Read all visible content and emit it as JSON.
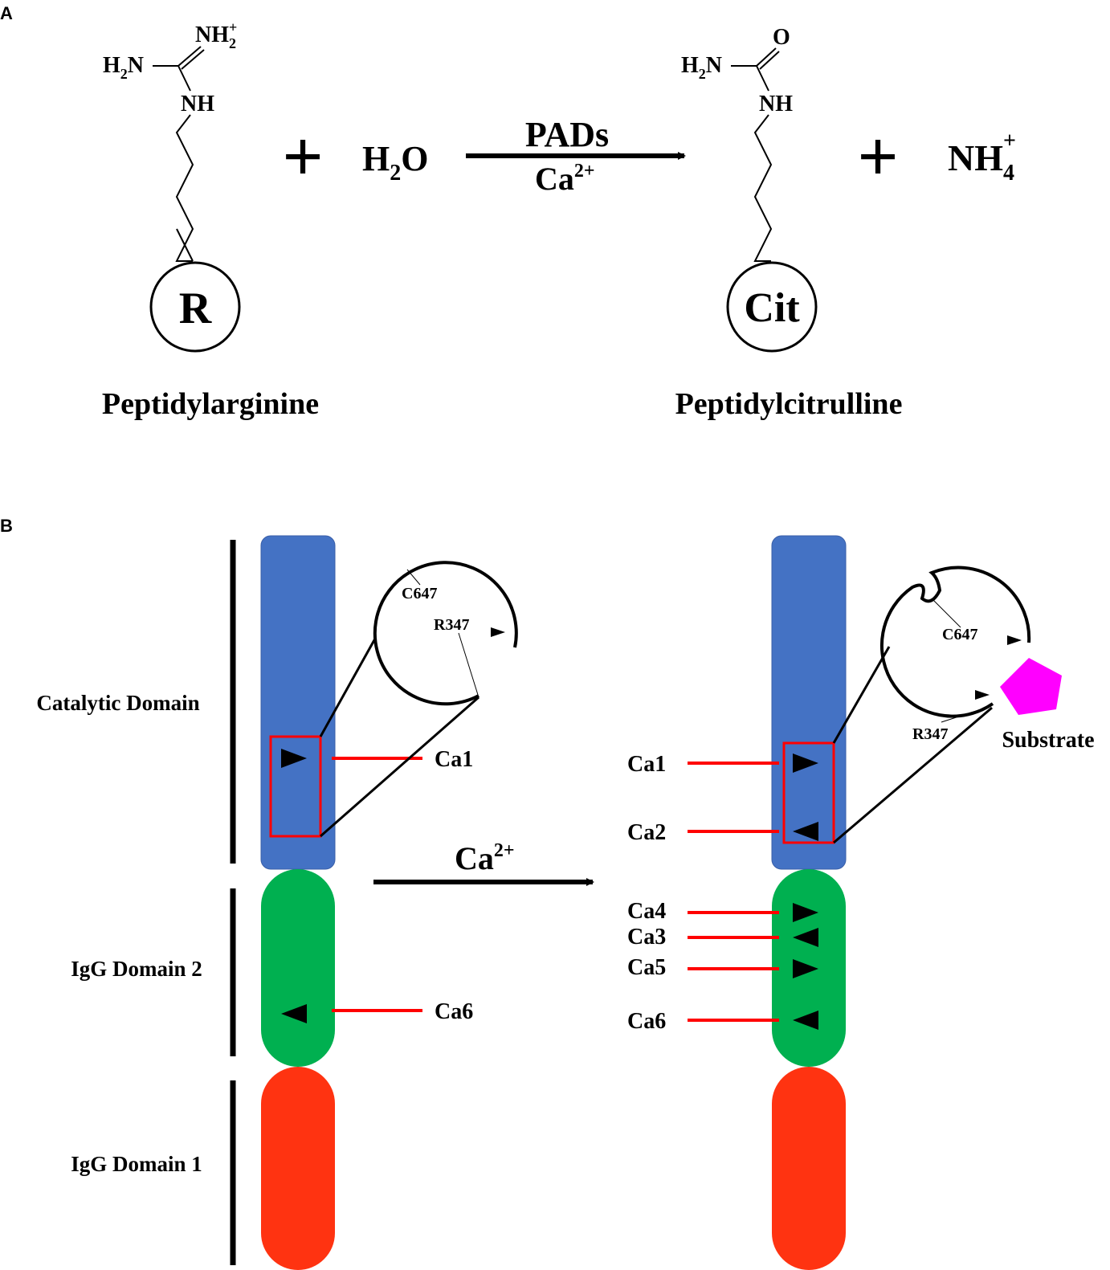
{
  "panel_a": {
    "label": "A",
    "reactant_top": "NH",
    "reactant_top_sub": "2",
    "reactant_top_sup": "+",
    "reactant_left": "H",
    "reactant_left_sub": "2",
    "reactant_left_tail": "N",
    "reactant_nh": "NH",
    "reactant_circle": "R",
    "reactant_name": "Peptidylarginine",
    "plus1": "+",
    "water": "H",
    "water_sub": "2",
    "water_tail": "O",
    "enzyme": "PADs",
    "cofactor": "Ca",
    "cofactor_sup": "2+",
    "product_o": "O",
    "product_left": "H",
    "product_left_sub": "2",
    "product_left_tail": "N",
    "product_nh": "NH",
    "product_circle": "Cit",
    "product_name": "Peptidylcitrulline",
    "plus2": "+",
    "ammonium": "NH",
    "ammonium_sub": "4",
    "ammonium_sup": "+"
  },
  "panel_b": {
    "label": "B",
    "domains": {
      "catalytic": "Catalytic Domain",
      "igg2": "IgG Domain 2",
      "igg1": "IgG Domain 1"
    },
    "arrow_label": "Ca",
    "arrow_label_sup": "2+",
    "left_sites": [
      "Ca1",
      "Ca6"
    ],
    "right_sites": [
      "Ca1",
      "Ca2",
      "Ca4",
      "Ca3",
      "Ca5",
      "Ca6"
    ],
    "residues": {
      "cys": "C647",
      "arg": "R347"
    },
    "substrate": "Substrate",
    "colors": {
      "catalytic": "#4472C4",
      "igg2": "#00B050",
      "igg1": "#FF3311",
      "site_line": "#FF0000",
      "substrate": "#FF00FF"
    }
  }
}
